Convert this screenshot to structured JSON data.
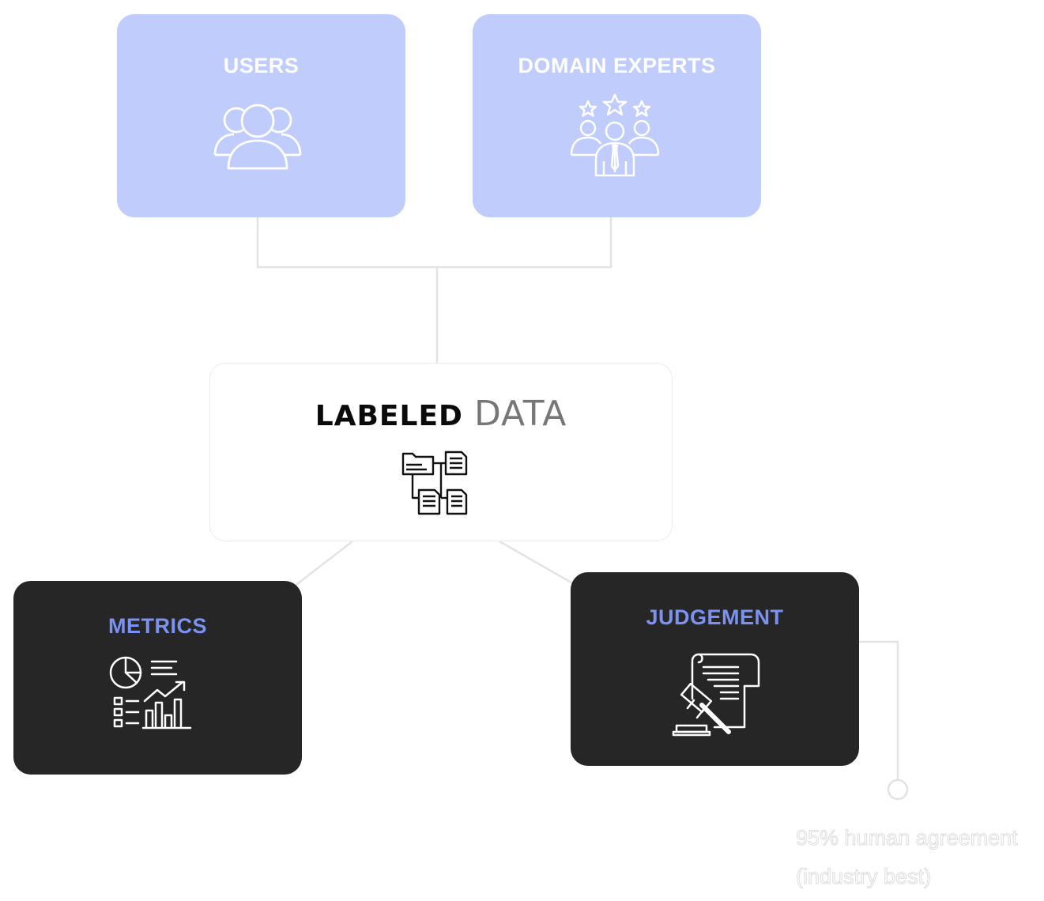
{
  "users": {
    "title": "USERS",
    "icon": "users-group-icon"
  },
  "domain_experts": {
    "title": "DOMAIN EXPERTS",
    "icon": "expert-team-stars-icon"
  },
  "labeled_data": {
    "title_strong": "LABELED",
    "title_light": "DATA",
    "icon": "file-hierarchy-icon"
  },
  "metrics": {
    "title": "METRICS",
    "icon": "analytics-dashboard-icon"
  },
  "judgement": {
    "title": "JUDGEMENT",
    "icon": "gavel-document-icon"
  },
  "note": {
    "line1": "95% human agreement",
    "line2": "(industry best)"
  },
  "colors": {
    "light_box": "#c0ccfc",
    "dark_box": "#262626",
    "accent_text": "#7c92f2",
    "connector": "#e3e3e3"
  }
}
